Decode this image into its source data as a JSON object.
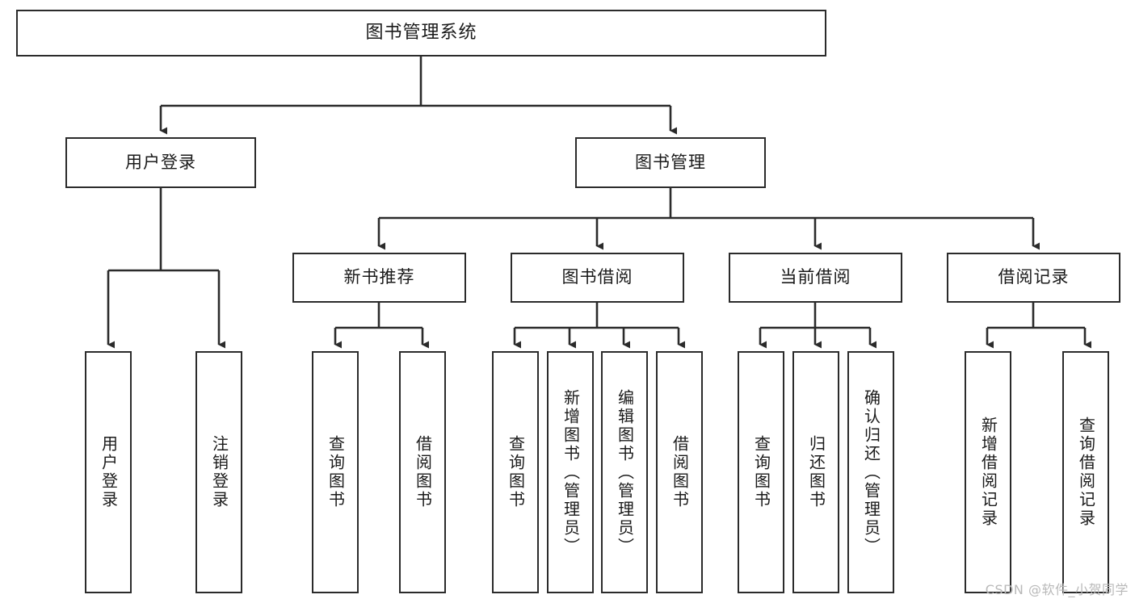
{
  "diagram": {
    "title": "图书管理系统",
    "type": "tree-hierarchy",
    "watermark": "CSDN @软件_小贺同学",
    "colors": {
      "stroke": "#2b2b2b",
      "fill": "#ffffff",
      "text": "#1a1a1a",
      "watermark": "#b9b9b9"
    },
    "levels": {
      "root": {
        "label": "图书管理系统"
      },
      "level2": [
        {
          "id": "user-login",
          "label": "用户登录"
        },
        {
          "id": "book-manage",
          "label": "图书管理"
        }
      ],
      "level3": [
        {
          "id": "new-book-rec",
          "label": "新书推荐"
        },
        {
          "id": "book-borrow",
          "label": "图书借阅"
        },
        {
          "id": "current-borrow",
          "label": "当前借阅"
        },
        {
          "id": "borrow-record",
          "label": "借阅记录"
        }
      ],
      "leaves": {
        "user-login": [
          {
            "id": "leaf-user-login",
            "label": "用户登录"
          },
          {
            "id": "leaf-user-logout",
            "label": "注销登录"
          }
        ],
        "new-book-rec": [
          {
            "id": "leaf-query-book-1",
            "label": "查询图书"
          },
          {
            "id": "leaf-borrow-book-1",
            "label": "借阅图书"
          }
        ],
        "book-borrow": [
          {
            "id": "leaf-query-book-2",
            "label": "查询图书"
          },
          {
            "id": "leaf-add-book",
            "label": "新增图书（管理员）"
          },
          {
            "id": "leaf-edit-book",
            "label": "编辑图书（管理员）"
          },
          {
            "id": "leaf-borrow-book-2",
            "label": "借阅图书"
          }
        ],
        "current-borrow": [
          {
            "id": "leaf-query-book-3",
            "label": "查询图书"
          },
          {
            "id": "leaf-return-book",
            "label": "归还图书"
          },
          {
            "id": "leaf-confirm-return",
            "label": "确认归还（管理员）"
          }
        ],
        "borrow-record": [
          {
            "id": "leaf-add-record",
            "label": "新增借阅记录"
          },
          {
            "id": "leaf-query-record",
            "label": "查询借阅记录"
          }
        ]
      }
    }
  }
}
